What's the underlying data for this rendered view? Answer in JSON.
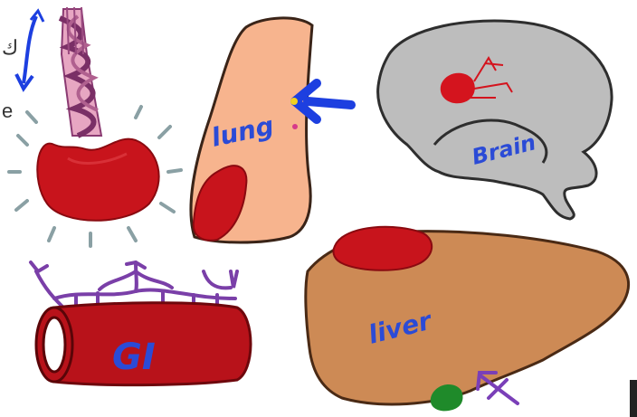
{
  "labels": {
    "lung": "lung",
    "brain": "Brain",
    "gi": "GI",
    "liver": "liver"
  },
  "edge_text": {
    "top_left": "ك",
    "left_mid": "e"
  },
  "colors": {
    "tumor_red": "#c8141c",
    "lung_fill": "#f7b48e",
    "brain_fill": "#bdbdbd",
    "liver_fill": "#cd8a55",
    "gi_fill": "#b8121a",
    "arrow_blue": "#1d3fe0",
    "arrow_purple": "#7a3fb8",
    "text_blue": "#2b4bd6",
    "gallbladder_green": "#1f8a2a"
  },
  "icons": [
    "blood-flow-arrow-icon",
    "blue-arrow-icon",
    "purple-arrow-icon",
    "radiating-lines-icon",
    "metastasis-lines-icon"
  ]
}
